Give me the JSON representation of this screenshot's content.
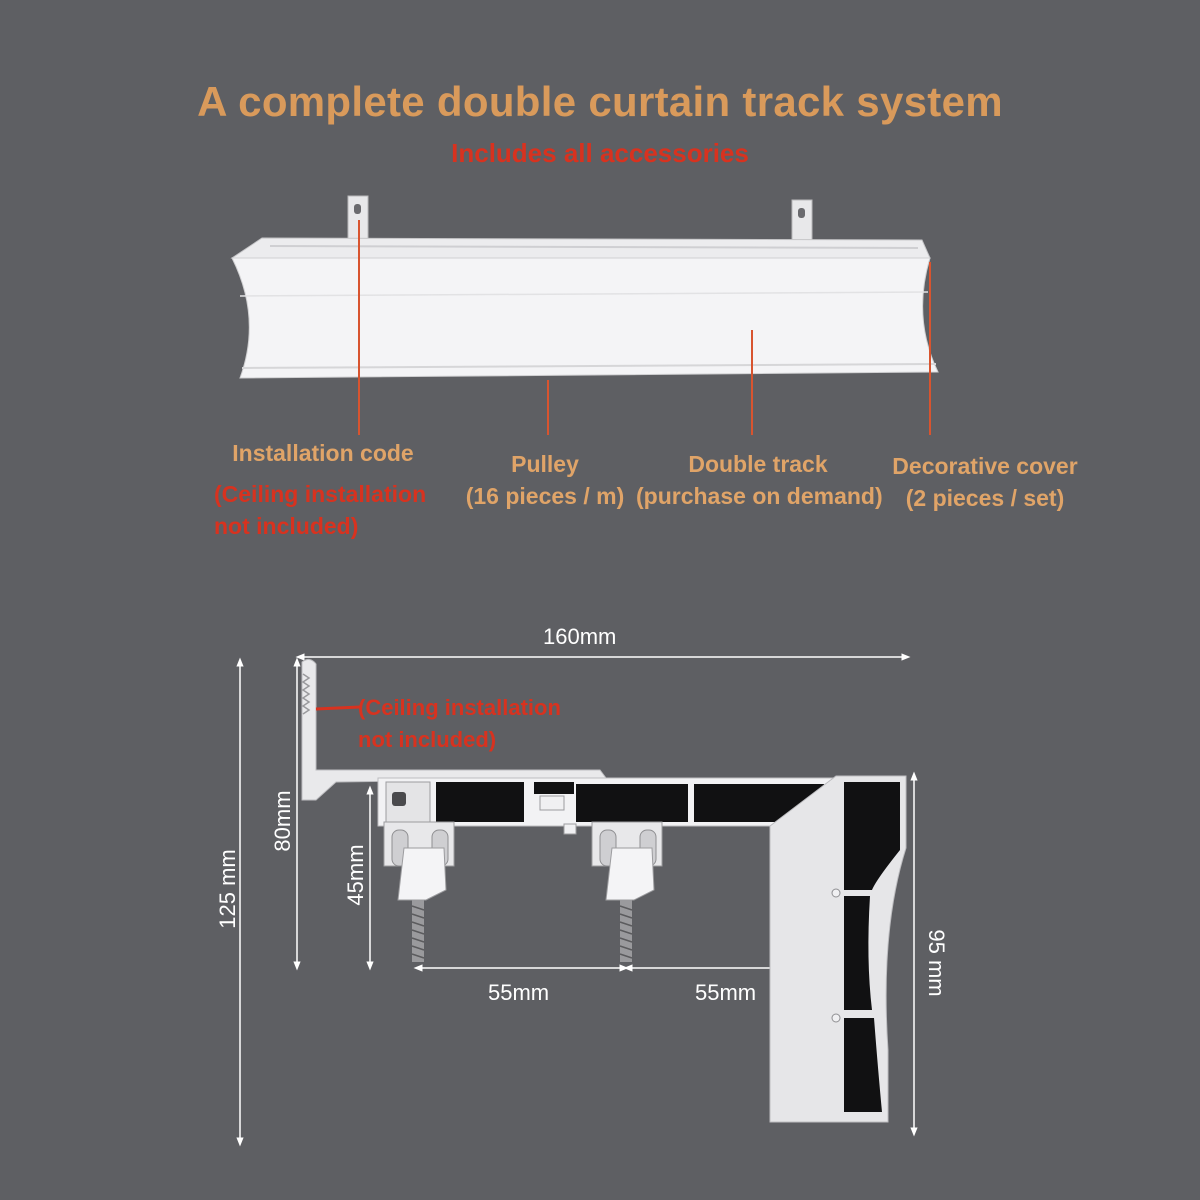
{
  "title": "A complete double curtain track system",
  "subtitle": "Includes all accessories",
  "parts": {
    "installation_code": {
      "label": "Installation code",
      "note_line1": "(Ceiling installation",
      "note_line2": "not included)"
    },
    "pulley": {
      "label": "Pulley",
      "detail": "(16 pieces / m)"
    },
    "double_track": {
      "label": "Double track",
      "detail": "(purchase on demand)"
    },
    "decorative_cover": {
      "label": "Decorative cover",
      "detail": "(2 pieces / set)"
    }
  },
  "diagram": {
    "ceiling_note_line1": "(Ceiling installation",
    "ceiling_note_line2": "not included)",
    "dim_width": "160mm",
    "dim_total_height": "125 mm",
    "dim_bracket_height": "80mm",
    "dim_pulley_height": "45mm",
    "dim_spacing_1": "55mm",
    "dim_spacing_2": "55mm",
    "dim_cover_height": "95 mm"
  },
  "colors": {
    "title": "#d99a5b",
    "accent_red": "#d8321f",
    "background": "#5e5f63"
  }
}
